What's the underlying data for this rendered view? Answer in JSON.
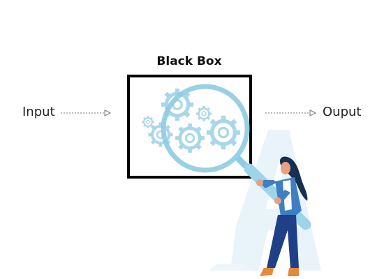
{
  "diagram": {
    "box_title": "Black Box",
    "input_label": "Input",
    "output_label": "Ouput"
  },
  "colors": {
    "gear": "#a9d7ea",
    "lens": "#8fcbe2",
    "box_border": "#000000",
    "arrow": "#777777",
    "backdrop_letter": "#e8f3fa",
    "figure_jacket": "#3e7fc4",
    "figure_pants": "#1f3f86",
    "figure_hair": "#173052"
  },
  "icons": {
    "gears": "gears-icon",
    "magnifier": "magnifying-glass-icon",
    "person": "woman-figure-icon"
  }
}
